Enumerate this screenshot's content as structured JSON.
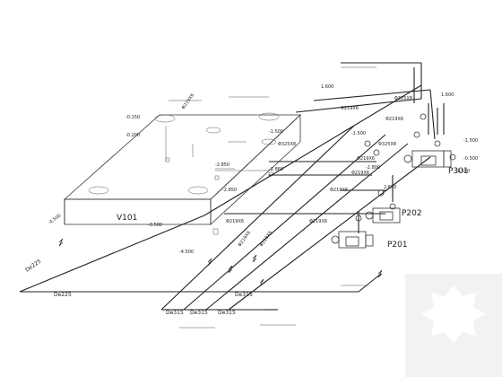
{
  "labels": {
    "tank": "V101",
    "pump_p301": "P301",
    "pump_p202": "P202",
    "pump_p201": "P201",
    "dn_225_a": "De225",
    "dn_225_b": "De225",
    "dn_315_a": "De315",
    "dn_315_b": "De315",
    "dn_315_c": "De315",
    "dn_315_d": "De315",
    "pipe_325x8_a": "Φ325X8",
    "pipe_325x8_b": "Φ325X8",
    "pipe_325x8_c": "Φ325X8",
    "pipe_219x6_a": "Φ219X6",
    "pipe_219x6_b": "Φ219X6",
    "pipe_219x6_c": "Φ219X6",
    "pipe_219x6_d": "Φ219X6",
    "pipe_219x6_e": "Φ219X6",
    "pipe_219x6_f": "Φ219X6",
    "pipe_219x6_g": "Φ219X6",
    "pipe_219x6_h": "Φ219X6",
    "pipe_219x6_i": "Φ219X6",
    "pipe_219x6_j": "Φ219X6",
    "elev_1": "-1.500",
    "elev_2": "-1.500",
    "elev_3": "-2.860",
    "elev_4": "-2.850",
    "elev_5": "-2.850",
    "elev_6": "-3.500",
    "elev_7": "-4.500",
    "elev_8": "-4.500",
    "elev_9": "-0.200",
    "elev_10": "-0.150",
    "elev_11": "1.600",
    "elev_12": "1.600",
    "elev_13": "-2.800",
    "elev_14": "2.650",
    "elev_15": "-1.500",
    "elev_16": "-0.500",
    "elev_17": "-1.500"
  },
  "colors": {
    "line": "#333333",
    "background": "#ffffff",
    "inset_fill": "#f2f2f2",
    "inset_shape": "#ffffff"
  }
}
